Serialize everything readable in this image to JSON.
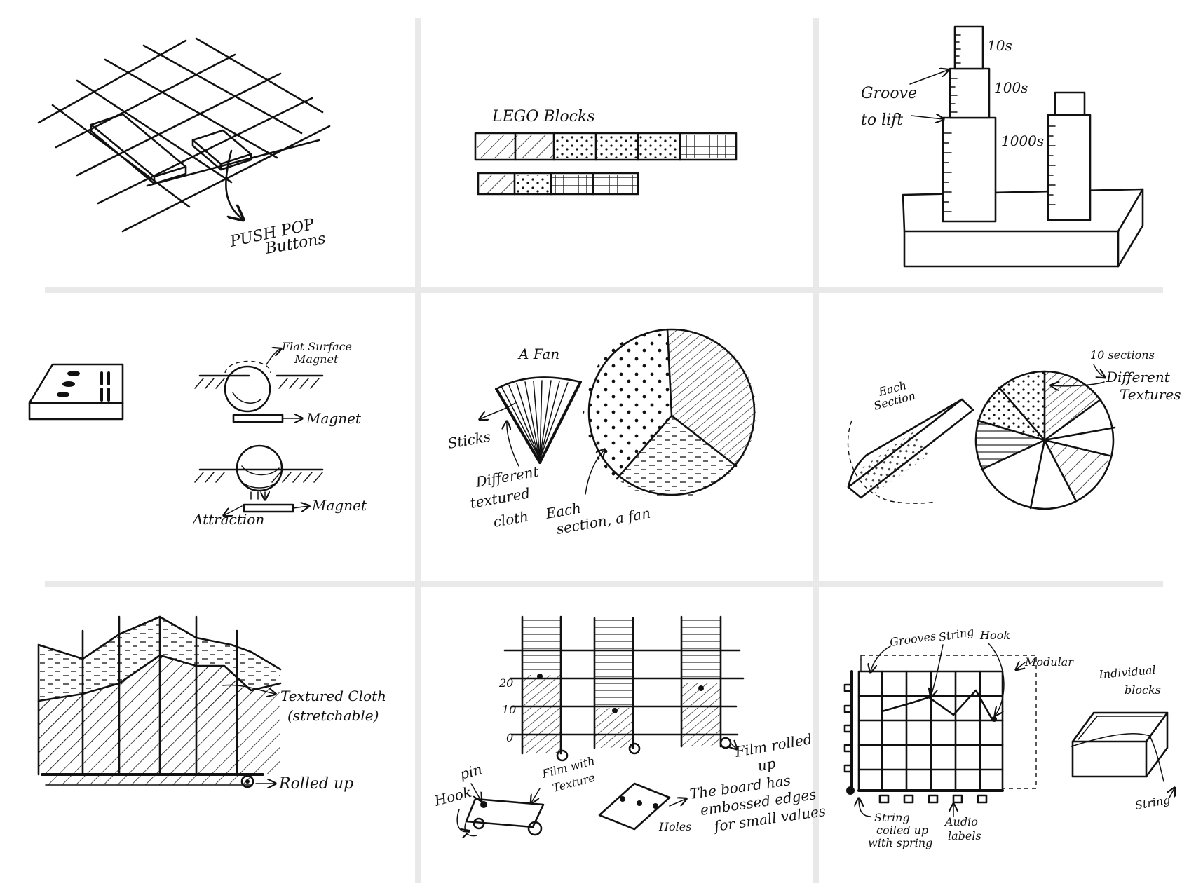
{
  "colors": {
    "ink": "#111111",
    "divider": "#e9e9e9",
    "background": "#ffffff"
  },
  "panels": {
    "p1": {
      "line1": "PUSH POP",
      "line2": "Buttons"
    },
    "p2": {
      "title": "LEGO Blocks"
    },
    "p3": {
      "groove1": "Groove",
      "groove2": "to lift",
      "l10": "10s",
      "l100": "100s",
      "l1000": "1000s"
    },
    "p4": {
      "flat1": "Flat Surface",
      "flat2": "Magnet",
      "magnet_a": "Magnet",
      "magnet_b": "Magnet",
      "attraction": "Attraction"
    },
    "p5": {
      "fan": "A Fan",
      "sticks": "Sticks",
      "cloth1": "Different",
      "cloth2": "textured",
      "cloth3": "cloth",
      "each1": "Each",
      "each2": "section, a fan"
    },
    "p6": {
      "sections": "10 sections",
      "diff1": "Different",
      "diff2": "Textures",
      "each1": "Each",
      "each2": "Section"
    },
    "p7": {
      "cloth1": "Textured Cloth",
      "cloth2": "(stretchable)",
      "rolled": "Rolled up"
    },
    "p8": {
      "y20": "20",
      "y10": "10",
      "y0": "0",
      "film1": "Film rolled",
      "film2": "up",
      "pin": "pin",
      "hook": "Hook",
      "tex1": "Film with",
      "tex2": "Texture",
      "board1": "The board has",
      "board2": "embossed edges",
      "board3": "for small values",
      "holes": "Holes"
    },
    "p9": {
      "grooves": "Grooves",
      "string": "String",
      "hook": "Hook",
      "modular": "Modular",
      "coil1": "String",
      "coil2": "coiled up",
      "coil3": "with spring",
      "audio1": "Audio",
      "audio2": "labels",
      "ind1": "Individual",
      "ind2": "blocks",
      "string2": "String"
    }
  }
}
